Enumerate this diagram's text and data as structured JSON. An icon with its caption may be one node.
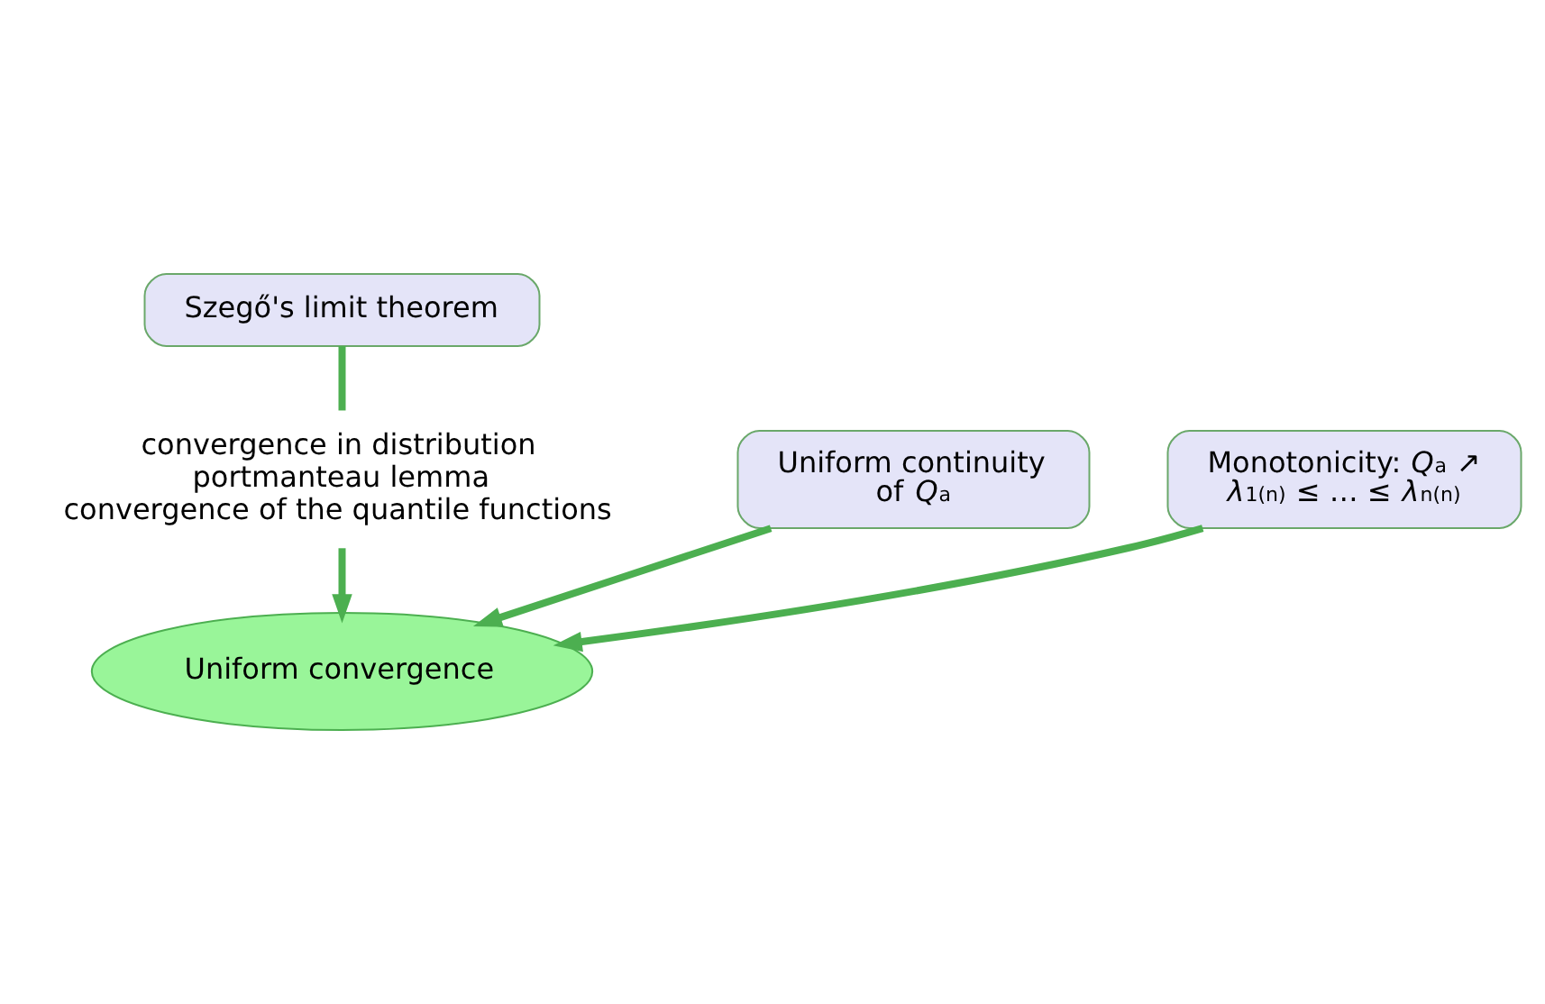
{
  "diagram": {
    "nodes": [
      {
        "text": [
          "Szegő's limit theorem"
        ]
      },
      {
        "text": [
          "convergence in distribution",
          "portmanteau lemma",
          "convergence of the quantile functions"
        ]
      },
      {
        "text": [
          "Uniform continuity of *Q*$_{a}$"
        ]
      },
      {
        "text": [
          "Monotonicity: *Q*$_{a}$ ↗",
          "*λ*$_{1}$$^{(n)}$ ≤ … ≤ *λ*$_{n}$$^{(n)}$"
        ]
      },
      {
        "text": [
          "Uniform convergence"
        ]
      }
    ],
    "edges": [
      {
        "from": 0,
        "to": 1,
        "arrow": "none"
      },
      {
        "from": 1,
        "to": 4,
        "arrow": "to"
      },
      {
        "from": 2,
        "to": 4,
        "arrow": "to"
      },
      {
        "from": 3,
        "to": 4,
        "arrow": "to"
      }
    ]
  }
}
